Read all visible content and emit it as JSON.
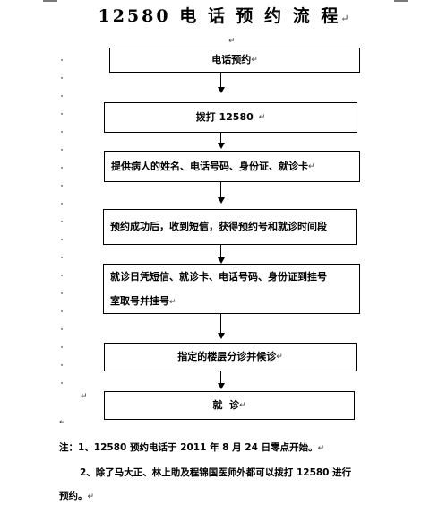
{
  "title": "12580 电 话 预 约 流 程",
  "paragraph_mark": "↵",
  "flow_steps": [
    {
      "text": "电话预约"
    },
    {
      "text": "拨打 12580"
    },
    {
      "text": "提供病人的姓名、电话号码、身份证、就诊卡"
    },
    {
      "text": "预约成功后，收到短信，获得预约号和就诊时间段"
    },
    {
      "lines": [
        "就诊日凭短信、就诊卡、电话号码、身份证到挂号",
        "室取号并挂号"
      ]
    },
    {
      "text": "指定的楼层分诊并候诊"
    },
    {
      "text": "就  诊"
    }
  ],
  "notes": [
    {
      "text": "注：1、12580 预约电话于 2011 年 8 月 24 日零点开始。"
    },
    {
      "text": "2、除了马大正、林上助及程锦国医师外都可以拨打 12580 进行"
    },
    {
      "text": "预约。"
    }
  ]
}
